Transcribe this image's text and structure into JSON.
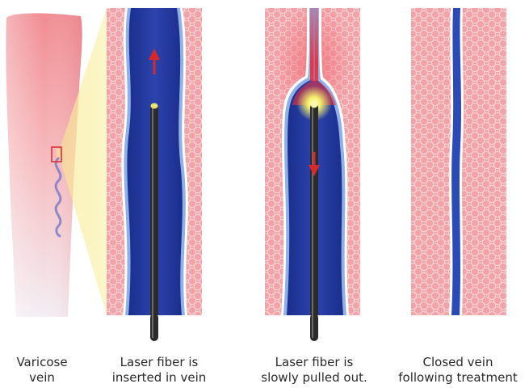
{
  "panels": [
    {
      "id": "varicose",
      "caption_lines": [
        "Varicose",
        "vein"
      ]
    },
    {
      "id": "inserted",
      "caption_lines": [
        "Laser fiber is",
        "inserted in vein"
      ]
    },
    {
      "id": "pulled",
      "caption_lines": [
        "Laser fiber is",
        "slowly pulled out."
      ]
    },
    {
      "id": "closed",
      "caption_lines": [
        "Closed vein",
        "following treatment"
      ]
    }
  ],
  "colors": {
    "tissue": "#f2a3a8",
    "tissue_light": "#f8c9cc",
    "vein_wall": "#ffffff",
    "vein_blood": "#1a2e8c",
    "vein_blood_light": "#3f57c2",
    "fiber": "#2b2b2b",
    "heat": "#e8303a",
    "laser_glow": "#f4f06a",
    "leg_skin": "#f6c8c8",
    "zoom_cone": "#fbf3a8",
    "marker": "#d8303a",
    "arrow": "#d62a2a"
  },
  "icons": [
    "up-arrow-icon",
    "down-arrow-icon",
    "laser-tip-icon"
  ]
}
